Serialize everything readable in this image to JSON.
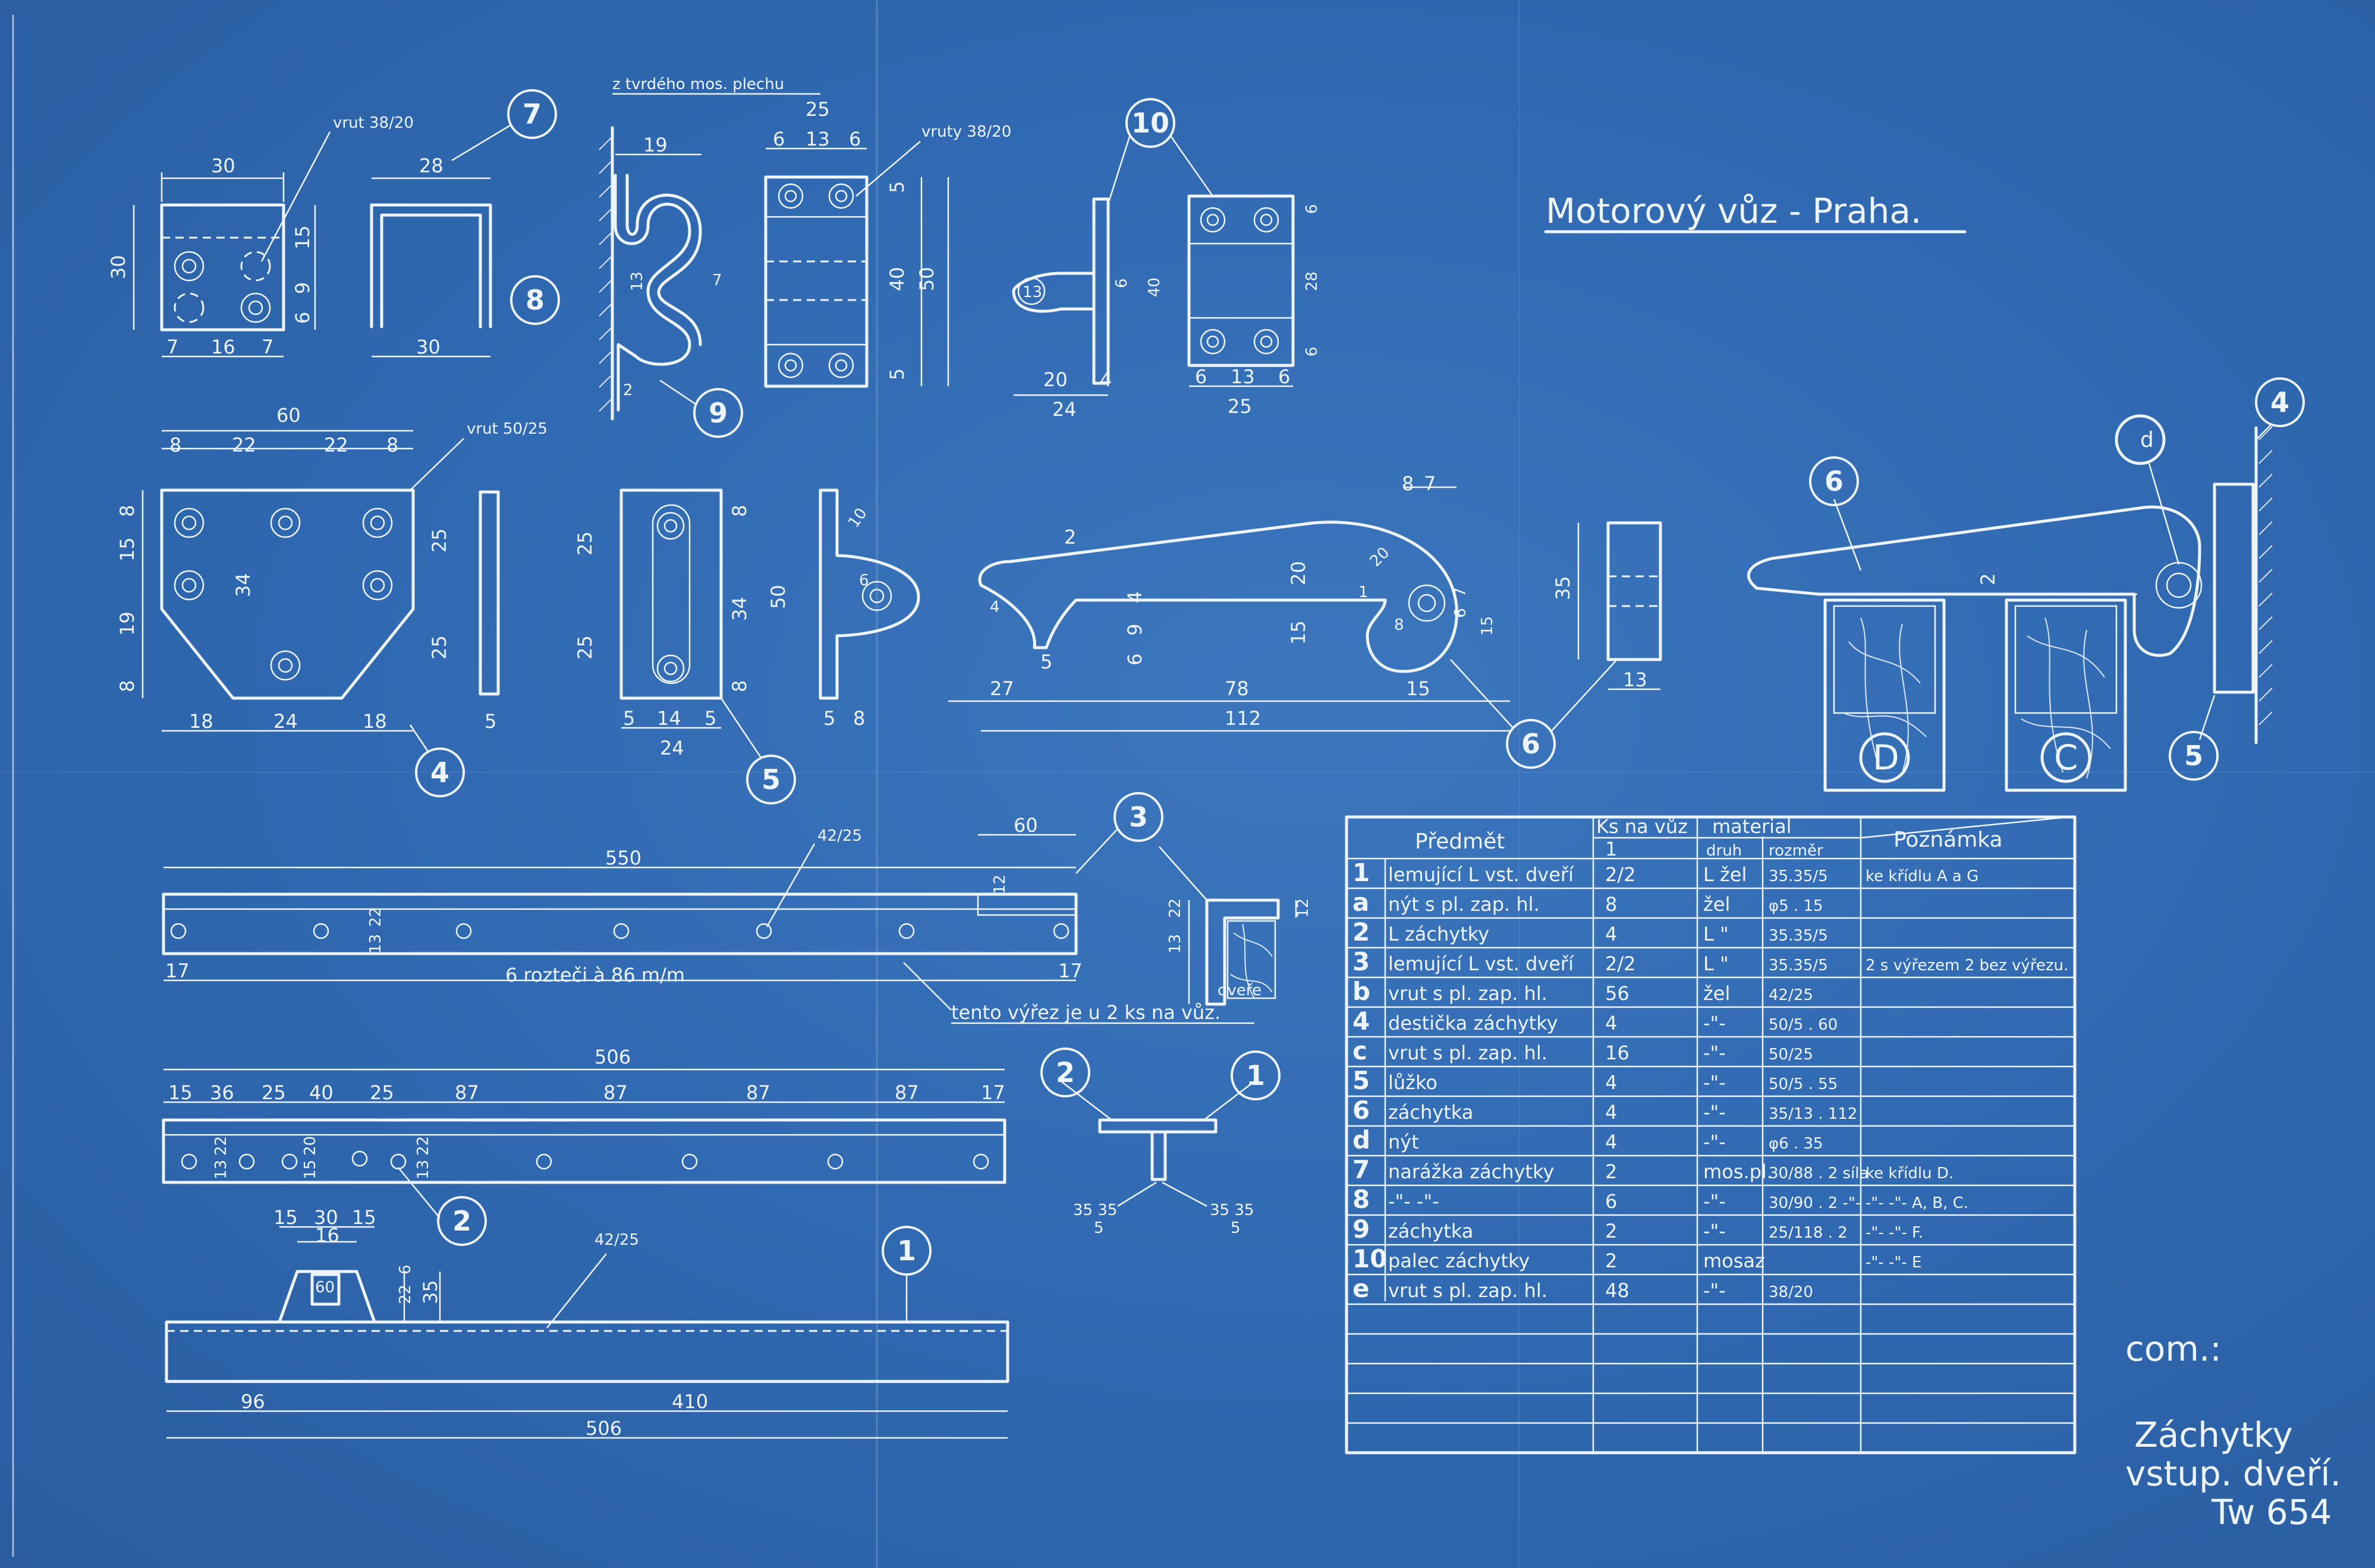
{
  "title": "Motorový vůz - Praha.",
  "stamp": {
    "line1": "Záchytky",
    "line2": "vstup. dveří.",
    "line3": "Tw 654",
    "com": "com.:"
  },
  "notes": {
    "material_note": "z tvrdého mos. plechu",
    "vrut_38_20": "vrut 38/20",
    "vruty_38_20": "vruty 38/20",
    "vrut_50_25": "vrut 50/25",
    "spacing": "6 rozteči à 86 m/m",
    "cutout": "tento výřez je u 2 ks na vůz.",
    "dvere": "dveře",
    "screw_42_25": "42/25"
  },
  "balloons": [
    "7",
    "8",
    "9",
    "10",
    "4",
    "5",
    "6",
    "3",
    "2",
    "1",
    "6",
    "4",
    "5",
    "2",
    "1"
  ],
  "labels": {
    "D": "D",
    "C": "C",
    "d": "d"
  },
  "dims": {
    "p7": [
      "30",
      "28",
      "30",
      "15",
      "9",
      "6",
      "7",
      "16",
      "7",
      "30"
    ],
    "p9": [
      "19",
      "13",
      "7",
      "2"
    ],
    "p10": [
      "25",
      "6",
      "13",
      "6",
      "5",
      "40",
      "50",
      "5"
    ],
    "p10b": [
      "13",
      "6",
      "40",
      "20",
      "4",
      "24",
      "6",
      "28",
      "6",
      "6",
      "13",
      "6",
      "25"
    ],
    "p4": [
      "60",
      "8",
      "22",
      "22",
      "8",
      "8",
      "15",
      "19",
      "8",
      "34",
      "25",
      "25",
      "18",
      "24",
      "18",
      "5"
    ],
    "p5": [
      "25",
      "25",
      "8",
      "34",
      "8",
      "50",
      "5",
      "14",
      "5",
      "24",
      "5",
      "8",
      "10",
      "6"
    ],
    "p6": [
      "8",
      "7",
      "2",
      "20",
      "20",
      "6",
      "9",
      "4",
      "15",
      "7",
      "6",
      "15",
      "5",
      "27",
      "78",
      "15",
      "112",
      "8",
      "1",
      "4"
    ],
    "p6b": [
      "35",
      "13",
      "2"
    ],
    "rail3": [
      "550",
      "42/25",
      "60",
      "12",
      "13",
      "22",
      "17",
      "17",
      "12",
      "22",
      "13"
    ],
    "rail2": [
      "506",
      "15",
      "36",
      "25",
      "40",
      "25",
      "87",
      "87",
      "87",
      "87",
      "17",
      "13",
      "22",
      "15",
      "20",
      "13",
      "22"
    ],
    "rail1": [
      "15",
      "30",
      "15",
      "16",
      "60",
      "6",
      "22",
      "35",
      "96",
      "410",
      "506",
      "42/25"
    ],
    "sect": [
      "35 35",
      "5",
      "35 35",
      "5"
    ]
  },
  "table": {
    "headers": {
      "predmet": "Předmět",
      "ks": "Ks na vůz",
      "ks_sub": "1",
      "material": "material",
      "druh": "druh",
      "rozmer": "rozměr",
      "poznamka": "Poznámka"
    },
    "rows": [
      {
        "no": "1",
        "item": "lemující L vst. dveří",
        "ks": "2/2",
        "druh": "L žel",
        "rozmer": "35.35/5",
        "pozn": "ke křídlu A a G"
      },
      {
        "no": "a",
        "item": "nýt s pl. zap. hl.",
        "ks": "8",
        "druh": "žel",
        "rozmer": "φ5 . 15",
        "pozn": ""
      },
      {
        "no": "2",
        "item": "L záchytky",
        "ks": "4",
        "druh": "L \"",
        "rozmer": "35.35/5",
        "pozn": ""
      },
      {
        "no": "3",
        "item": "lemující L vst. dveří",
        "ks": "2/2",
        "druh": "L \"",
        "rozmer": "35.35/5",
        "pozn": "2 s výřezem 2 bez výřezu."
      },
      {
        "no": "b",
        "item": "vrut s pl. zap. hl.",
        "ks": "56",
        "druh": "žel",
        "rozmer": "42/25",
        "pozn": ""
      },
      {
        "no": "4",
        "item": "destička záchytky",
        "ks": "4",
        "druh": "-\"-",
        "rozmer": "50/5 . 60",
        "pozn": ""
      },
      {
        "no": "c",
        "item": "vrut s pl. zap. hl.",
        "ks": "16",
        "druh": "-\"-",
        "rozmer": "50/25",
        "pozn": ""
      },
      {
        "no": "5",
        "item": "lůžko",
        "ks": "4",
        "druh": "-\"-",
        "rozmer": "50/5 . 55",
        "pozn": ""
      },
      {
        "no": "6",
        "item": "záchytka",
        "ks": "4",
        "druh": "-\"-",
        "rozmer": "35/13 . 112",
        "pozn": ""
      },
      {
        "no": "d",
        "item": "nýt",
        "ks": "4",
        "druh": "-\"-",
        "rozmer": "φ6 . 35",
        "pozn": ""
      },
      {
        "no": "7",
        "item": "narážka záchytky",
        "ks": "2",
        "druh": "mos.pl.",
        "rozmer": "30/88 . 2 síla",
        "pozn": "ke křídlu D."
      },
      {
        "no": "8",
        "item": "-\"- -\"-",
        "ks": "6",
        "druh": "-\"-",
        "rozmer": "30/90 . 2 -\"-",
        "pozn": "-\"- -\"- A, B, C."
      },
      {
        "no": "9",
        "item": "záchytka",
        "ks": "2",
        "druh": "-\"-",
        "rozmer": "25/118 . 2",
        "pozn": "-\"- -\"- F."
      },
      {
        "no": "10",
        "item": "palec záchytky",
        "ks": "2",
        "druh": "mosaz",
        "rozmer": "",
        "pozn": "-\"- -\"- E"
      },
      {
        "no": "e",
        "item": "vrut s pl. zap. hl.",
        "ks": "48",
        "druh": "-\"-",
        "rozmer": "38/20",
        "pozn": ""
      }
    ]
  }
}
